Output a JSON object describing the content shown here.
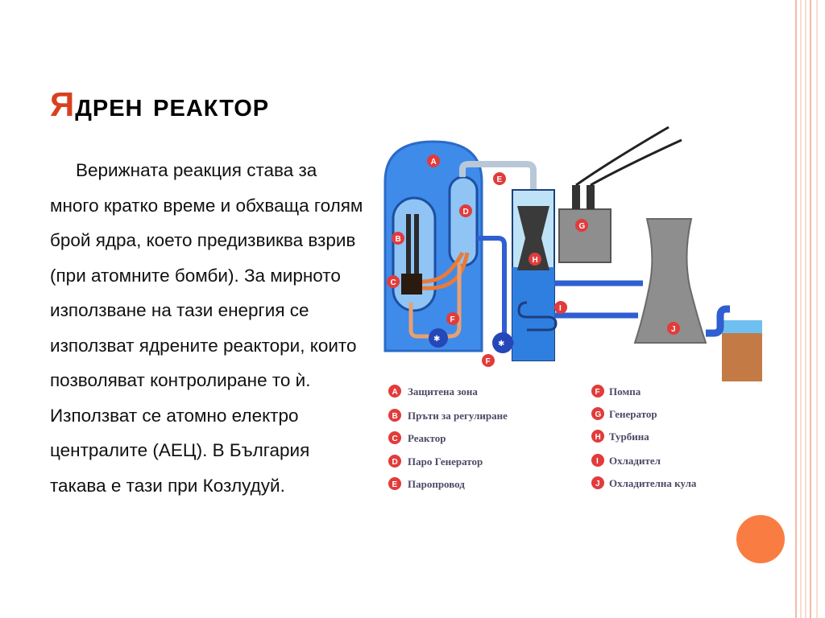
{
  "slide": {
    "title": "Ядрен реактор",
    "paragraph": "Верижната реакция става за много кратко време и обхваща голям брой ядра, което предизвиква взрив (при атомните бомби). За мирното използване на тази енергия се използват ядрените реактори, които позволяват контролиране то ѝ. Използват се атомно електро централите (АЕЦ). В България такава е тази при Козлудуй."
  },
  "diagram": {
    "badges": [
      "A",
      "B",
      "C",
      "D",
      "E",
      "F",
      "F",
      "G",
      "H",
      "I",
      "J"
    ],
    "legend_left": [
      {
        "letter": "A",
        "label": "Защитена зона"
      },
      {
        "letter": "B",
        "label": "Пръти за регулиране"
      },
      {
        "letter": "C",
        "label": "Реактор"
      },
      {
        "letter": "D",
        "label": "Паро Генератор"
      },
      {
        "letter": "E",
        "label": "Паропровод"
      }
    ],
    "legend_right": [
      {
        "letter": "F",
        "label": "Помпа"
      },
      {
        "letter": "G",
        "label": "Генератор"
      },
      {
        "letter": "H",
        "label": "Турбина"
      },
      {
        "letter": "I",
        "label": "Охладител"
      },
      {
        "letter": "J",
        "label": "Охладителна кула"
      }
    ]
  },
  "colors": {
    "accent": "#d9401f",
    "orange_circle": "#f97d43",
    "water_blue": "#2f7fe0",
    "deco_line": "#f3b9a4"
  }
}
